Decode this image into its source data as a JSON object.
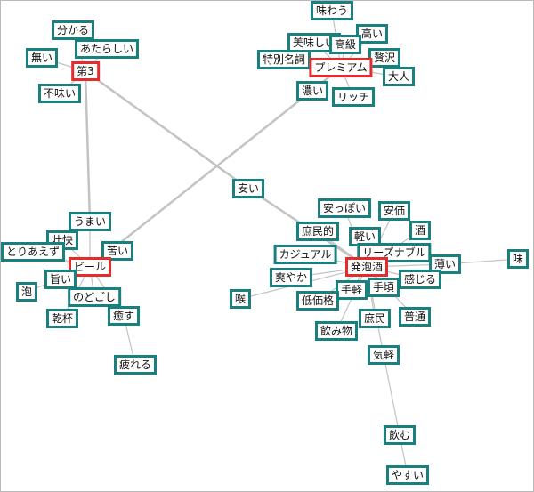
{
  "colors": {
    "node_border": "#1a7f7f",
    "hub_border": "#e52b2b",
    "edge": "#c3c3c3",
    "background": "#ffffff"
  },
  "nodes": [
    {
      "id": "wakaru",
      "label": "分かる"
    },
    {
      "id": "atarashii",
      "label": "あたらしい"
    },
    {
      "id": "nai",
      "label": "無い"
    },
    {
      "id": "dai3",
      "label": "第3",
      "hub": true
    },
    {
      "id": "fumi",
      "label": "不味い"
    },
    {
      "id": "ajiwau",
      "label": "味わう"
    },
    {
      "id": "takai",
      "label": "高い"
    },
    {
      "id": "bimi",
      "label": "美味しい"
    },
    {
      "id": "koukyuu",
      "label": "高級"
    },
    {
      "id": "zeitaku",
      "label": "贅沢"
    },
    {
      "id": "tokubetsu",
      "label": "特別名詞"
    },
    {
      "id": "premium",
      "label": "プレミアム",
      "hub": true
    },
    {
      "id": "otona",
      "label": "大人"
    },
    {
      "id": "koi",
      "label": "濃い"
    },
    {
      "id": "rich",
      "label": "リッチ"
    },
    {
      "id": "yasui",
      "label": "安い"
    },
    {
      "id": "yasuppoi",
      "label": "安っぽい"
    },
    {
      "id": "anka",
      "label": "安価"
    },
    {
      "id": "shomin_teki",
      "label": "庶民的"
    },
    {
      "id": "sake",
      "label": "酒"
    },
    {
      "id": "karui",
      "label": "軽い"
    },
    {
      "id": "casual",
      "label": "カジュアル"
    },
    {
      "id": "reasonable",
      "label": "リーズナブル"
    },
    {
      "id": "happoshu",
      "label": "発泡酒",
      "hub": true
    },
    {
      "id": "usui",
      "label": "薄い"
    },
    {
      "id": "aji",
      "label": "味"
    },
    {
      "id": "sawayaka",
      "label": "爽やか"
    },
    {
      "id": "kanjiru",
      "label": "感じる"
    },
    {
      "id": "tegaru",
      "label": "手軽"
    },
    {
      "id": "tegoro",
      "label": "手頃"
    },
    {
      "id": "nodo",
      "label": "喉"
    },
    {
      "id": "teikakaku",
      "label": "低価格"
    },
    {
      "id": "futsuu",
      "label": "普通"
    },
    {
      "id": "shomin",
      "label": "庶民"
    },
    {
      "id": "nomimono",
      "label": "飲み物"
    },
    {
      "id": "kigaru",
      "label": "気軽"
    },
    {
      "id": "nomu",
      "label": "飲む"
    },
    {
      "id": "yasusui",
      "label": "やすい"
    },
    {
      "id": "umai",
      "label": "うまい"
    },
    {
      "id": "soukai",
      "label": "壮快"
    },
    {
      "id": "toriaezu",
      "label": "とりあえず"
    },
    {
      "id": "nigai",
      "label": "苦い"
    },
    {
      "id": "beer",
      "label": "ビール",
      "hub": true
    },
    {
      "id": "awa",
      "label": "泡"
    },
    {
      "id": "umai2",
      "label": "旨い"
    },
    {
      "id": "nodogoshi",
      "label": "のどごし"
    },
    {
      "id": "iyasu",
      "label": "癒す"
    },
    {
      "id": "kanpai",
      "label": "乾杯"
    },
    {
      "id": "tsukareru",
      "label": "疲れる"
    }
  ],
  "edges": [
    [
      "dai3",
      "wakaru"
    ],
    [
      "dai3",
      "atarashii"
    ],
    [
      "dai3",
      "nai"
    ],
    [
      "dai3",
      "fumi"
    ],
    [
      "dai3",
      "umai"
    ],
    [
      "dai3",
      "yasui"
    ],
    [
      "yasui",
      "happoshu"
    ],
    [
      "premium",
      "beer"
    ],
    [
      "premium",
      "ajiwau"
    ],
    [
      "premium",
      "takai"
    ],
    [
      "premium",
      "bimi"
    ],
    [
      "premium",
      "koukyuu"
    ],
    [
      "premium",
      "zeitaku"
    ],
    [
      "premium",
      "tokubetsu"
    ],
    [
      "premium",
      "otona"
    ],
    [
      "premium",
      "koi"
    ],
    [
      "premium",
      "rich"
    ],
    [
      "beer",
      "umai"
    ],
    [
      "beer",
      "soukai"
    ],
    [
      "beer",
      "toriaezu"
    ],
    [
      "beer",
      "nigai"
    ],
    [
      "beer",
      "awa"
    ],
    [
      "beer",
      "umai2"
    ],
    [
      "beer",
      "nodogoshi"
    ],
    [
      "beer",
      "iyasu"
    ],
    [
      "beer",
      "kanpai"
    ],
    [
      "iyasu",
      "tsukareru"
    ],
    [
      "happoshu",
      "yasuppoi"
    ],
    [
      "happoshu",
      "anka"
    ],
    [
      "happoshu",
      "shomin_teki"
    ],
    [
      "happoshu",
      "sake"
    ],
    [
      "happoshu",
      "karui"
    ],
    [
      "happoshu",
      "casual"
    ],
    [
      "happoshu",
      "reasonable"
    ],
    [
      "happoshu",
      "usui"
    ],
    [
      "happoshu",
      "sawayaka"
    ],
    [
      "happoshu",
      "kanjiru"
    ],
    [
      "happoshu",
      "tegaru"
    ],
    [
      "happoshu",
      "tegoro"
    ],
    [
      "happoshu",
      "nodo"
    ],
    [
      "happoshu",
      "teikakaku"
    ],
    [
      "happoshu",
      "futsuu"
    ],
    [
      "happoshu",
      "shomin"
    ],
    [
      "happoshu",
      "nomimono"
    ],
    [
      "happoshu",
      "kigaru"
    ],
    [
      "usui",
      "aji"
    ],
    [
      "kigaru",
      "nomu"
    ],
    [
      "nomu",
      "yasusui"
    ]
  ]
}
